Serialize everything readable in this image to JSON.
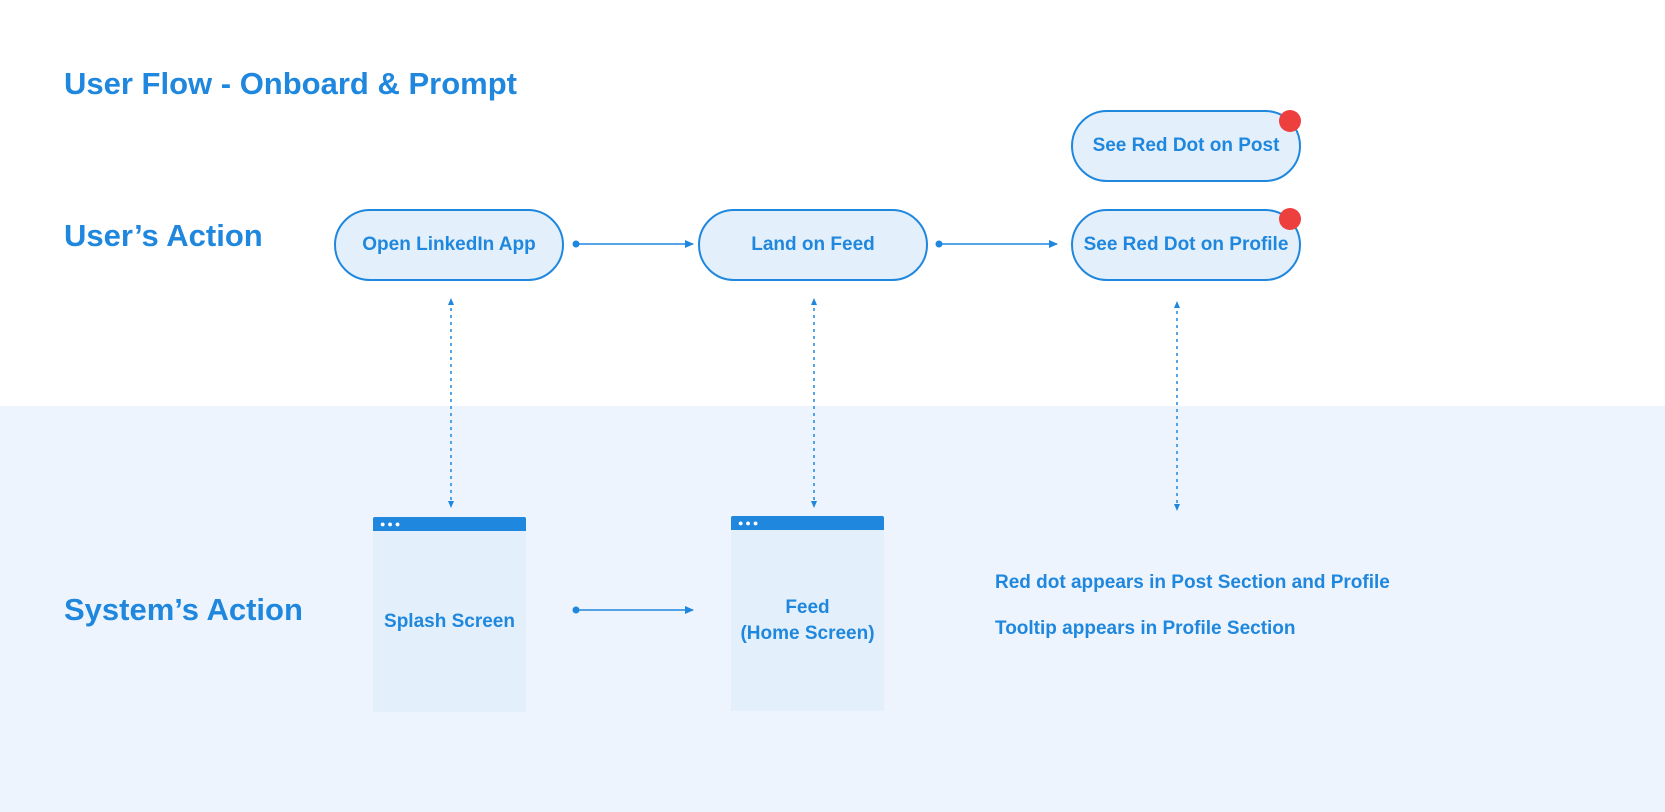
{
  "title": "User Flow - Onboard & Prompt",
  "lanes": {
    "user": "User’s Action",
    "system": "System’s Action"
  },
  "user_steps": [
    {
      "label": "Open LinkedIn App"
    },
    {
      "label": "Land on Feed"
    },
    {
      "label": "See Red Dot on Profile"
    },
    {
      "label": "See Red Dot on Post"
    }
  ],
  "system_screens": [
    {
      "label": "Splash Screen"
    },
    {
      "label": "Feed\n(Home Screen)"
    }
  ],
  "system_notes": [
    "Red dot appears in Post Section and Profile",
    "Tooltip appears in Profile Section"
  ],
  "colors": {
    "accent": "#1f87dd",
    "node_fill": "#e3f0fc",
    "system_band": "#edf4fd",
    "red_dot": "#ee3f3f"
  },
  "icons": [
    "red-dot-badge",
    "window-controls-dots"
  ]
}
